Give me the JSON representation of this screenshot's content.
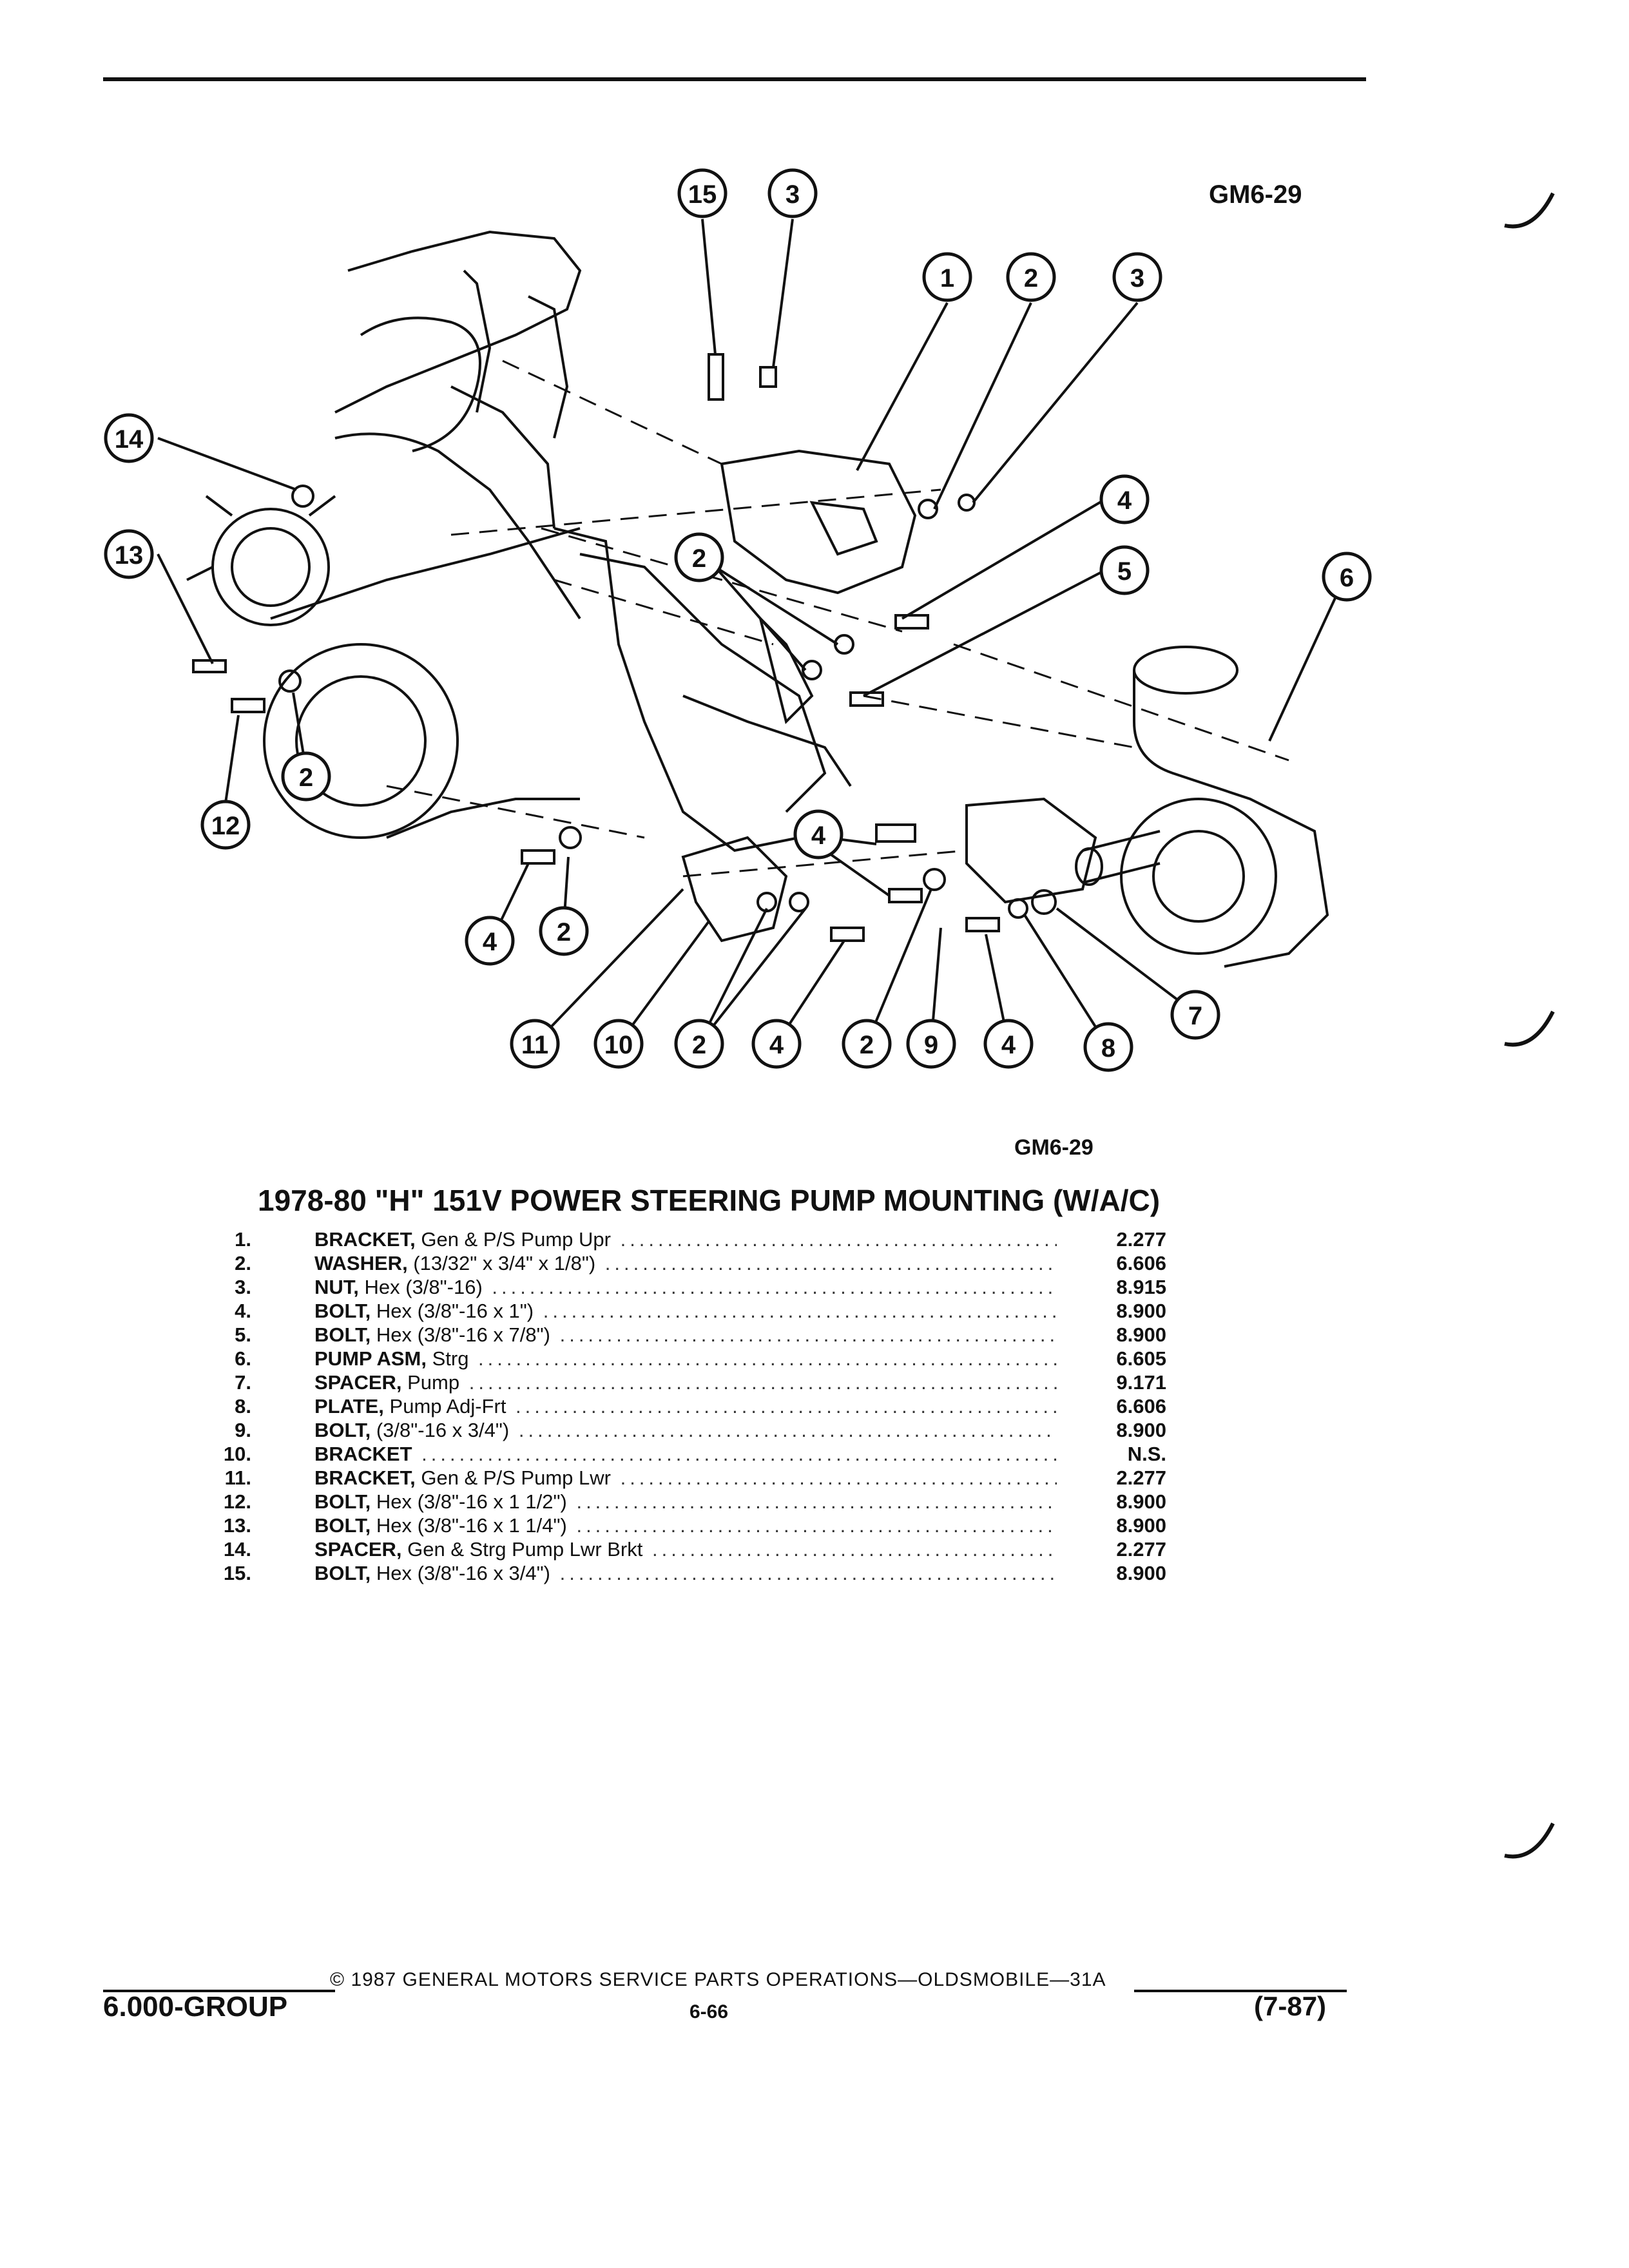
{
  "figure": {
    "code_top": "GM6-29",
    "code_bottom": "GM6-29",
    "callouts": [
      {
        "label": "15"
      },
      {
        "label": "3"
      },
      {
        "label": "1"
      },
      {
        "label": "2"
      },
      {
        "label": "3"
      },
      {
        "label": "14"
      },
      {
        "label": "13"
      },
      {
        "label": "4"
      },
      {
        "label": "2"
      },
      {
        "label": "5"
      },
      {
        "label": "6"
      },
      {
        "label": "2"
      },
      {
        "label": "12"
      },
      {
        "label": "4"
      },
      {
        "label": "4"
      },
      {
        "label": "2"
      },
      {
        "label": "7"
      },
      {
        "label": "11"
      },
      {
        "label": "10"
      },
      {
        "label": "2"
      },
      {
        "label": "4"
      },
      {
        "label": "2"
      },
      {
        "label": "9"
      },
      {
        "label": "4"
      },
      {
        "label": "8"
      }
    ]
  },
  "title": "1978-80 \"H\" 151V POWER STEERING PUMP MOUNTING (W/A/C)",
  "parts": [
    {
      "num": "1.",
      "name": "BRACKET,",
      "detail": " Gen & P/S Pump Upr",
      "code": "2.277"
    },
    {
      "num": "2.",
      "name": "WASHER,",
      "detail": " (13/32\" x 3/4\" x 1/8\")",
      "code": "6.606"
    },
    {
      "num": "3.",
      "name": "NUT,",
      "detail": " Hex (3/8\"-16)",
      "code": "8.915"
    },
    {
      "num": "4.",
      "name": "BOLT,",
      "detail": " Hex (3/8\"-16 x 1\")",
      "code": "8.900"
    },
    {
      "num": "5.",
      "name": "BOLT,",
      "detail": " Hex (3/8\"-16 x 7/8\")",
      "code": "8.900"
    },
    {
      "num": "6.",
      "name": "PUMP ASM,",
      "detail": " Strg",
      "code": "6.605"
    },
    {
      "num": "7.",
      "name": "SPACER,",
      "detail": " Pump",
      "code": "9.171"
    },
    {
      "num": "8.",
      "name": "PLATE,",
      "detail": " Pump Adj-Frt",
      "code": "6.606"
    },
    {
      "num": "9.",
      "name": "BOLT,",
      "detail": " (3/8\"-16 x 3/4\")",
      "code": "8.900"
    },
    {
      "num": "10.",
      "name": "BRACKET",
      "detail": "",
      "code": "N.S."
    },
    {
      "num": "11.",
      "name": "BRACKET,",
      "detail": " Gen & P/S Pump Lwr",
      "code": "2.277"
    },
    {
      "num": "12.",
      "name": "BOLT,",
      "detail": " Hex (3/8\"-16 x 1 1/2\")",
      "code": "8.900"
    },
    {
      "num": "13.",
      "name": "BOLT,",
      "detail": " Hex (3/8\"-16 x 1 1/4\")",
      "code": "8.900"
    },
    {
      "num": "14.",
      "name": "SPACER,",
      "detail": " Gen & Strg Pump Lwr Brkt",
      "code": "2.277"
    },
    {
      "num": "15.",
      "name": "BOLT,",
      "detail": " Hex (3/8\"-16 x 3/4\")",
      "code": "8.900"
    }
  ],
  "footer": {
    "copyright": "© 1987 GENERAL MOTORS SERVICE PARTS OPERATIONS—OLDSMOBILE—31A",
    "group": "6.000-GROUP",
    "page": "6-66",
    "revision": "(7-87)"
  }
}
